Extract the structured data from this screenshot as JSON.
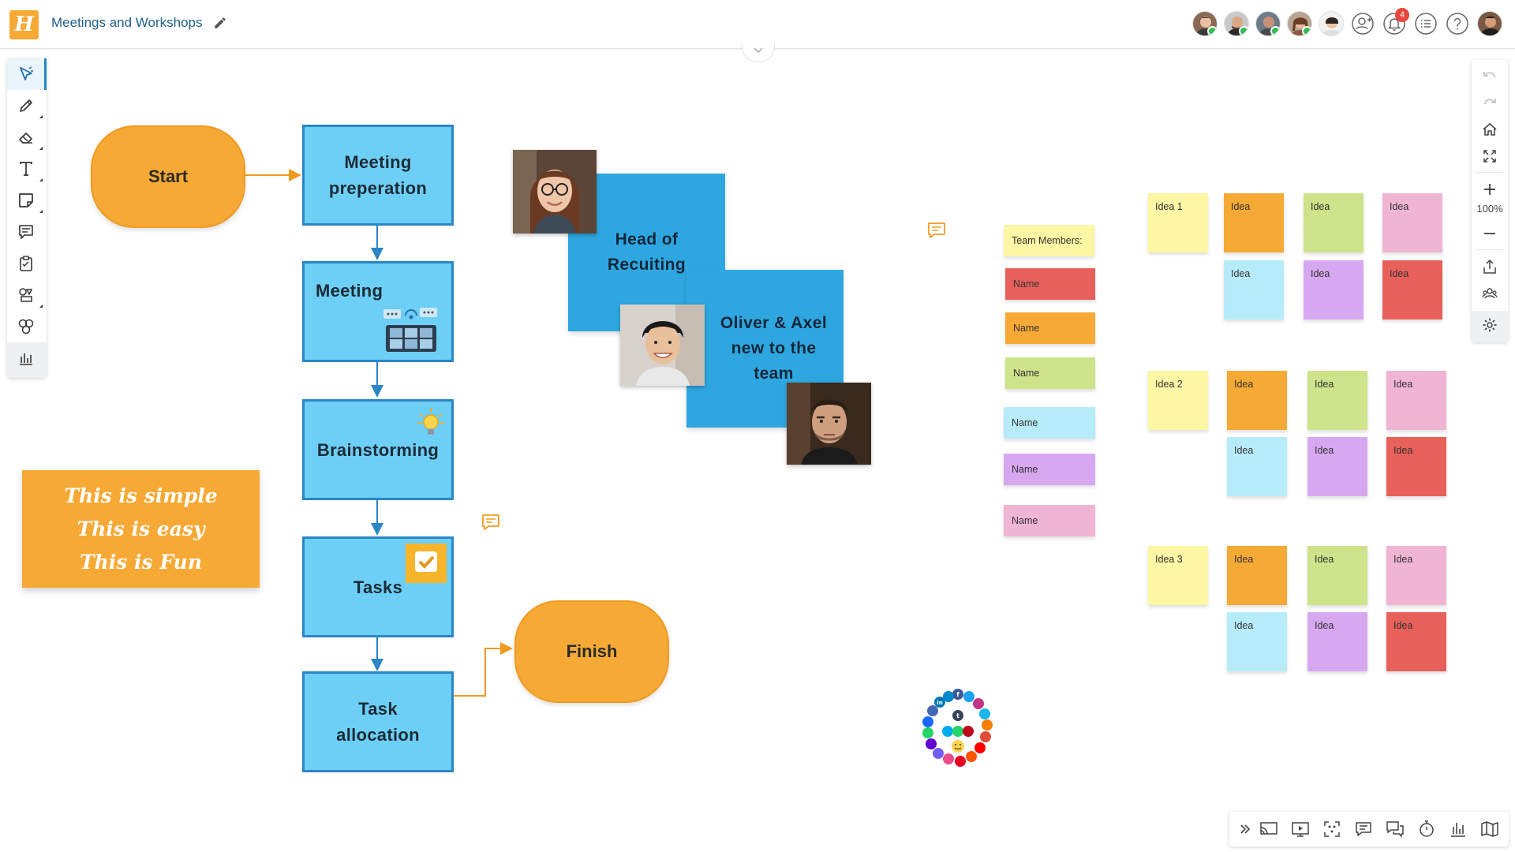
{
  "header": {
    "logo_letter": "H",
    "board_title": "Meetings and Workshops",
    "notification_count": "4"
  },
  "icons": {
    "left_toolbar": [
      "select-icon",
      "pen-icon",
      "eraser-icon",
      "text-icon",
      "sticky-note-icon",
      "comment-icon",
      "template-icon",
      "shapes-icon",
      "clipart-icon",
      "chart-icon"
    ],
    "right_toolbar": [
      "undo-icon",
      "redo-icon",
      "home-icon",
      "fit-screen-icon",
      "zoom-in-icon",
      "zoom-out-icon",
      "export-icon",
      "users-icon",
      "settings-icon"
    ],
    "bottom_toolbar": [
      "expand-icon",
      "screen-share-icon",
      "presentation-icon",
      "scan-icon",
      "comments-icon",
      "chat-icon",
      "timer-icon",
      "poll-icon",
      "map-icon"
    ]
  },
  "right_toolbar": {
    "zoom_level": "100%"
  },
  "flowchart": {
    "start": "Start",
    "finish": "Finish",
    "steps": {
      "meeting_preparation": [
        "Meeting",
        "preperation"
      ],
      "meeting": "Meeting",
      "brainstorming": "Brainstorming",
      "tasks": "Tasks",
      "task_allocation": [
        "Task",
        "allocation"
      ]
    }
  },
  "quote_card": {
    "lines": [
      "This is simple",
      "This is easy",
      "This is Fun"
    ]
  },
  "team_cards": {
    "head": [
      "Head of",
      "Recuiting"
    ],
    "new_members": [
      "Oliver & Axel",
      "new to the",
      "team"
    ]
  },
  "team_list": {
    "header": "Team Members:",
    "names": [
      "Name",
      "Name",
      "Name",
      "Name",
      "Name",
      "Name"
    ]
  },
  "ideas": {
    "row1": [
      "Idea 1",
      "Idea",
      "Idea",
      "Idea",
      "Idea",
      "Idea",
      "Idea"
    ],
    "row2": [
      "Idea 2",
      "Idea",
      "Idea",
      "Idea",
      "Idea",
      "Idea",
      "Idea"
    ],
    "row3": [
      "Idea 3",
      "Idea",
      "Idea",
      "Idea",
      "Idea",
      "Idea",
      "Idea"
    ]
  },
  "colors": {
    "orange": "#f7a935",
    "flow_blue": "#6dcff6",
    "flow_border": "#2b86c5",
    "card_blue": "#2ea7e0",
    "yellow": "#fdf6a4",
    "light_blue": "#b6ecf9",
    "green": "#cfe38a",
    "purple": "#d7a8f0",
    "pink": "#f0b5d3",
    "red": "#e8605a",
    "connector": "#2b86c5",
    "connector_orange": "#f19a20"
  }
}
